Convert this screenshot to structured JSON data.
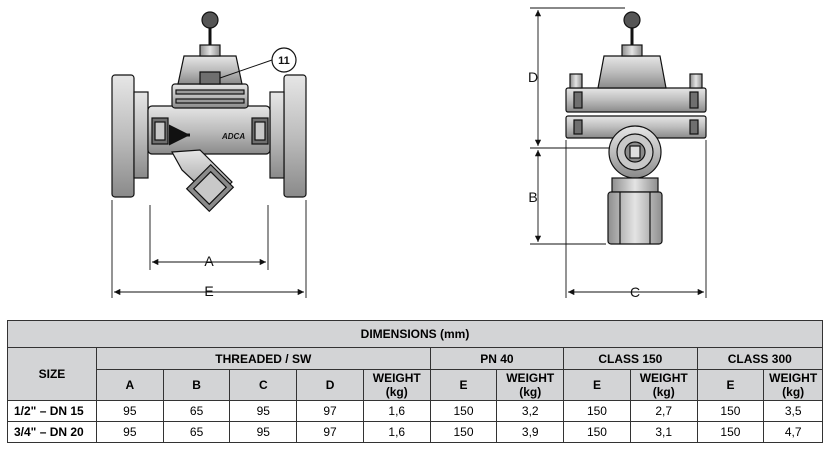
{
  "drawing": {
    "callout_number": "11",
    "brand_mark": "ADCA",
    "dimension_labels": {
      "a": "A",
      "b": "B",
      "c": "C",
      "d": "D",
      "e": "E"
    }
  },
  "table": {
    "title": "DIMENSIONS (mm)",
    "size_header": "SIZE",
    "groups": {
      "threaded": "THREADED / SW",
      "pn40": "PN 40",
      "class150": "CLASS 150",
      "class300": "CLASS 300"
    },
    "columns": [
      "A",
      "B",
      "C",
      "D",
      "WEIGHT\n(kg)",
      "E",
      "WEIGHT\n(kg)",
      "E",
      "WEIGHT\n(kg)",
      "E",
      "WEIGHT\n(kg)"
    ],
    "rows": [
      {
        "size": "1/2\" – DN 15",
        "cells": [
          "95",
          "65",
          "95",
          "97",
          "1,6",
          "150",
          "3,2",
          "150",
          "2,7",
          "150",
          "3,5"
        ]
      },
      {
        "size": "3/4\" – DN 20",
        "cells": [
          "95",
          "65",
          "95",
          "97",
          "1,6",
          "150",
          "3,9",
          "150",
          "3,1",
          "150",
          "4,7"
        ]
      }
    ]
  },
  "colors": {
    "header_fill": "#d3d4d6",
    "part_fill": "#c8c8c8",
    "part_dark": "#6f6f6f",
    "line": "#111111"
  }
}
